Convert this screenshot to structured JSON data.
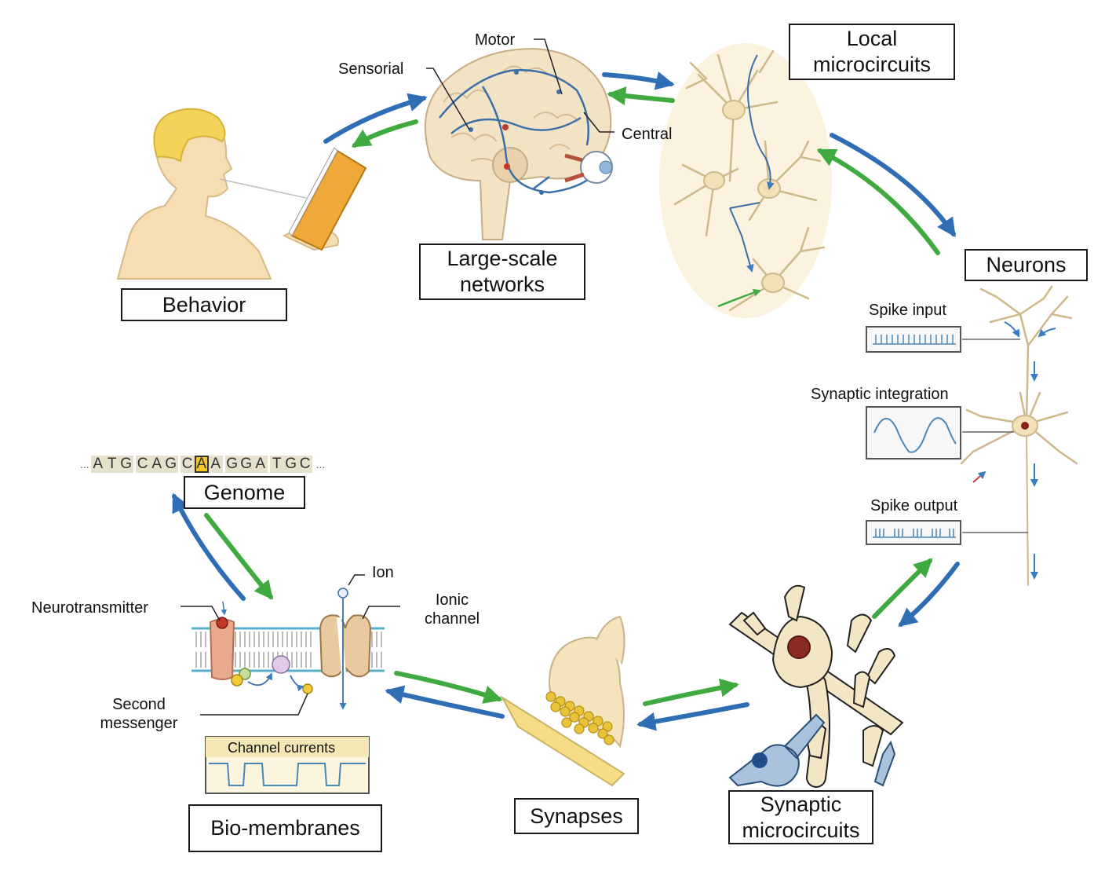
{
  "boxes": {
    "behavior": "Behavior",
    "large_scale_line1": "Large-scale",
    "large_scale_line2": "networks",
    "local_line1": "Local",
    "local_line2": "microcircuits",
    "neurons": "Neurons",
    "synaptic_micro_line1": "Synaptic",
    "synaptic_micro_line2": "microcircuits",
    "synapses": "Synapses",
    "bio_membranes": "Bio-membranes",
    "genome": "Genome"
  },
  "brain_labels": {
    "sensorial": "Sensorial",
    "motor": "Motor",
    "central": "Central"
  },
  "neuron_labels": {
    "spike_input": "Spike input",
    "synaptic_integration": "Synaptic integration",
    "spike_output": "Spike output"
  },
  "membrane_labels": {
    "ion": "Ion",
    "ionic_channel_line1": "Ionic",
    "ionic_channel_line2": "channel",
    "neurotransmitter": "Neurotransmitter",
    "second_messenger_line1": "Second",
    "second_messenger_line2": "messenger",
    "channel_currents": "Channel currents"
  },
  "genome_sequence": {
    "leading": "...",
    "trailing": "...",
    "groups": [
      [
        "A",
        "T",
        "G"
      ],
      [
        "C",
        "A",
        "G"
      ],
      [
        "C",
        "A",
        "A"
      ],
      [
        "G",
        "G",
        "A"
      ],
      [
        "T",
        "G",
        "C"
      ]
    ],
    "highlighted": "A"
  },
  "colors": {
    "upward_arrow": "#2f6db5",
    "downward_arrow": "#3faa3f",
    "tissue": "#f2e6c4",
    "neuron_outline": "#c9b98f",
    "trace": "#4a86b8"
  }
}
